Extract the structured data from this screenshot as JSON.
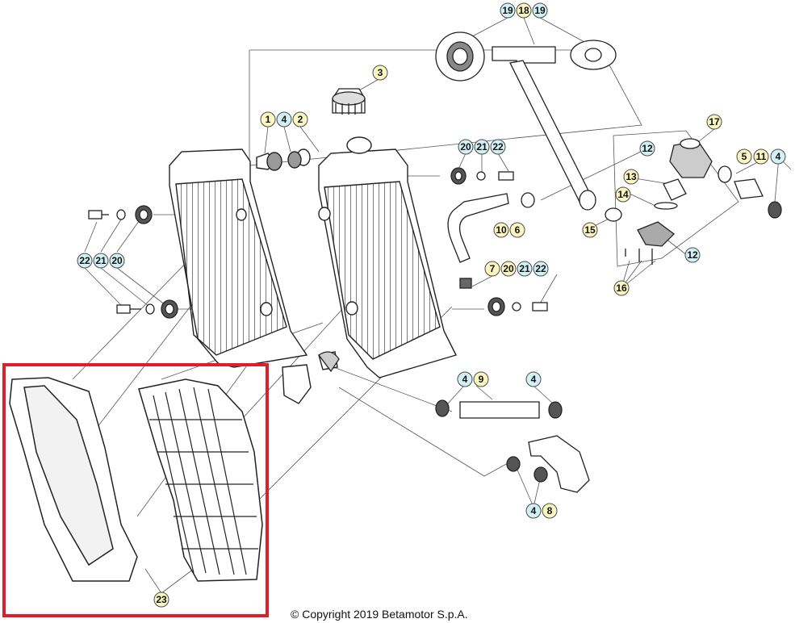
{
  "copyright": "© Copyright 2019 Betamotor S.p.A.",
  "colors": {
    "line": "#222222",
    "leader": "#555555",
    "highlight": "#e01e2b",
    "callout_yellow": "#fbf6c0",
    "callout_cyan": "#d2f1f5",
    "callout_border": "#4a4a4a"
  },
  "callouts": [
    {
      "id": "c19a",
      "label": "19",
      "style": "cyan"
    },
    {
      "id": "c18",
      "label": "18",
      "style": "yellow"
    },
    {
      "id": "c19b",
      "label": "19",
      "style": "cyan"
    },
    {
      "id": "c3",
      "label": "3",
      "style": "yellow"
    },
    {
      "id": "c1",
      "label": "1",
      "style": "yellow"
    },
    {
      "id": "c4a",
      "label": "4",
      "style": "cyan"
    },
    {
      "id": "c2",
      "label": "2",
      "style": "yellow"
    },
    {
      "id": "c17",
      "label": "17",
      "style": "yellow"
    },
    {
      "id": "c12a",
      "label": "12",
      "style": "cyan"
    },
    {
      "id": "c5",
      "label": "5",
      "style": "yellow"
    },
    {
      "id": "c11",
      "label": "11",
      "style": "yellow"
    },
    {
      "id": "c4b",
      "label": "4",
      "style": "cyan"
    },
    {
      "id": "c20a",
      "label": "20",
      "style": "cyan"
    },
    {
      "id": "c21a",
      "label": "21",
      "style": "cyan"
    },
    {
      "id": "c22a",
      "label": "22",
      "style": "cyan"
    },
    {
      "id": "c13",
      "label": "13",
      "style": "yellow"
    },
    {
      "id": "c14",
      "label": "14",
      "style": "yellow"
    },
    {
      "id": "c10",
      "label": "10",
      "style": "yellow"
    },
    {
      "id": "c6",
      "label": "6",
      "style": "yellow"
    },
    {
      "id": "c15",
      "label": "15",
      "style": "yellow"
    },
    {
      "id": "c12b",
      "label": "12",
      "style": "cyan"
    },
    {
      "id": "c22b",
      "label": "22",
      "style": "cyan"
    },
    {
      "id": "c21b",
      "label": "21",
      "style": "cyan"
    },
    {
      "id": "c20b",
      "label": "20",
      "style": "cyan"
    },
    {
      "id": "c7",
      "label": "7",
      "style": "yellow"
    },
    {
      "id": "c20c",
      "label": "20",
      "style": "yellow"
    },
    {
      "id": "c21c",
      "label": "21",
      "style": "cyan"
    },
    {
      "id": "c22c",
      "label": "22",
      "style": "cyan"
    },
    {
      "id": "c16",
      "label": "16",
      "style": "yellow"
    },
    {
      "id": "c4c",
      "label": "4",
      "style": "cyan"
    },
    {
      "id": "c9",
      "label": "9",
      "style": "yellow"
    },
    {
      "id": "c4d",
      "label": "4",
      "style": "cyan"
    },
    {
      "id": "c4e",
      "label": "4",
      "style": "cyan"
    },
    {
      "id": "c8",
      "label": "8",
      "style": "yellow"
    },
    {
      "id": "c23",
      "label": "23",
      "style": "yellow"
    }
  ]
}
